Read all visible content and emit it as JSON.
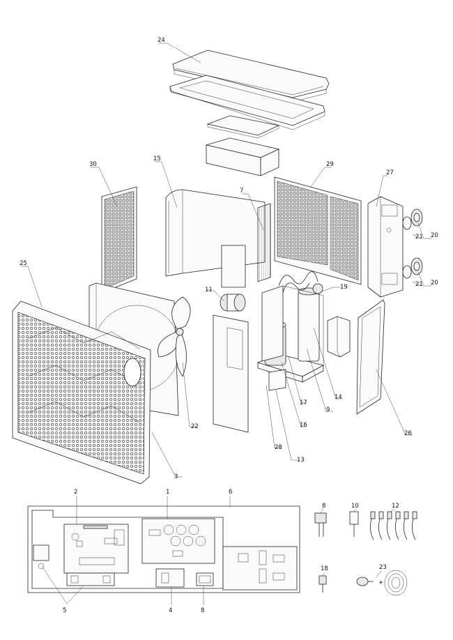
{
  "callouts": [
    {
      "id": "c24",
      "text": "24"
    },
    {
      "id": "c30",
      "text": "30"
    },
    {
      "id": "c15",
      "text": "15"
    },
    {
      "id": "c29",
      "text": "29"
    },
    {
      "id": "c27",
      "text": "27"
    },
    {
      "id": "c7",
      "text": "7"
    },
    {
      "id": "c20a",
      "text": "20"
    },
    {
      "id": "c21a",
      "text": "21"
    },
    {
      "id": "c20b",
      "text": "20"
    },
    {
      "id": "c21b",
      "text": "21"
    },
    {
      "id": "c25",
      "text": "25"
    },
    {
      "id": "c19",
      "text": "19"
    },
    {
      "id": "c11",
      "text": "11"
    },
    {
      "id": "c14",
      "text": "14"
    },
    {
      "id": "c9",
      "text": "9"
    },
    {
      "id": "c17",
      "text": "17"
    },
    {
      "id": "c16",
      "text": "16"
    },
    {
      "id": "c22",
      "text": "22"
    },
    {
      "id": "c26",
      "text": "26"
    },
    {
      "id": "c28",
      "text": "28"
    },
    {
      "id": "c13",
      "text": "13"
    },
    {
      "id": "c3",
      "text": "3"
    },
    {
      "id": "c2",
      "text": "2"
    },
    {
      "id": "c1",
      "text": "1"
    },
    {
      "id": "c6",
      "text": "6"
    },
    {
      "id": "c8a",
      "text": "8"
    },
    {
      "id": "c10",
      "text": "10"
    },
    {
      "id": "c12",
      "text": "12"
    },
    {
      "id": "c18",
      "text": "18"
    },
    {
      "id": "c23",
      "text": "23"
    },
    {
      "id": "c5",
      "text": "5"
    },
    {
      "id": "c4",
      "text": "4"
    },
    {
      "id": "c8b",
      "text": "8"
    }
  ],
  "plus_sign": "+"
}
